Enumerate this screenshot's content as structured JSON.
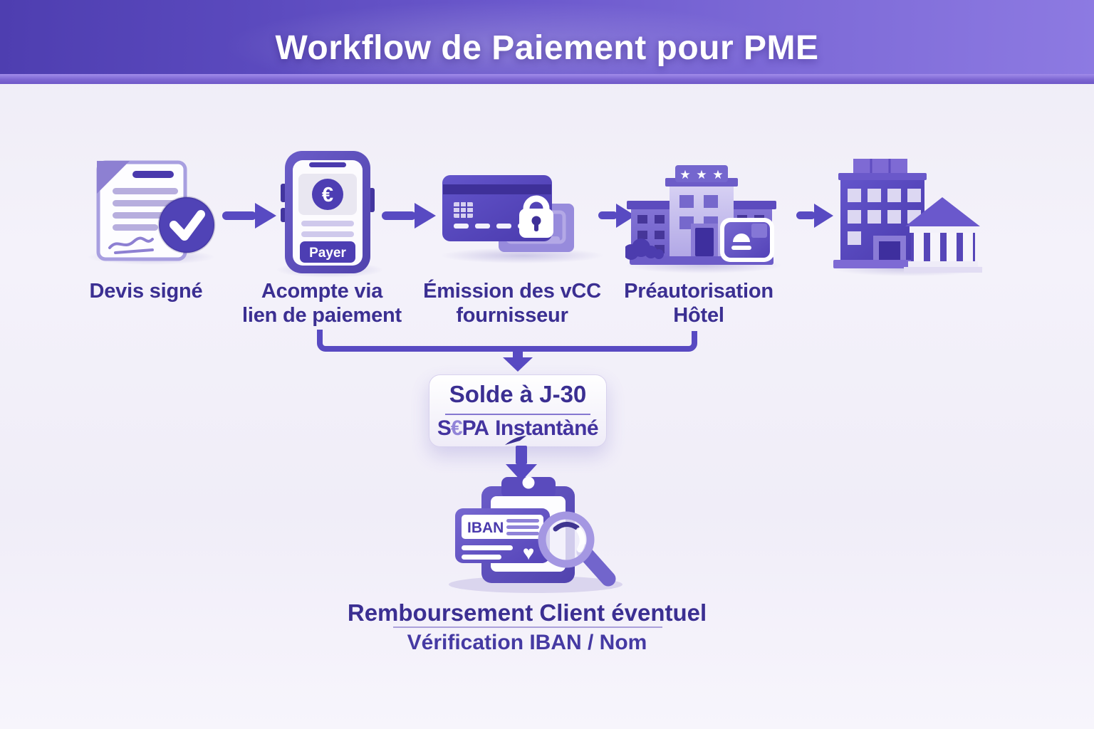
{
  "header": {
    "title": "Workflow de Paiement pour PME"
  },
  "steps": [
    {
      "id": "devis-signe",
      "label1": "Devis signé"
    },
    {
      "id": "acompte-lien-paiement",
      "label1": "Acompte via",
      "label2": "lien de paiement",
      "phone": {
        "currency": "€",
        "button": "Payer"
      }
    },
    {
      "id": "emission-vcc",
      "label1": "Émission des vCC",
      "label2": "fournisseur"
    },
    {
      "id": "preautorisation-hotel",
      "label1": "Préautorisation",
      "label2": "Hôtel"
    },
    {
      "id": "banque"
    }
  ],
  "balance_box": {
    "title": "Solde à J-30",
    "sepa_s": "S",
    "sepa_euro": "€",
    "sepa_pa": "PA",
    "sepa_rest": "Instantàné"
  },
  "iban_card": {
    "label": "IBAN"
  },
  "refund": {
    "title": "Remboursement Client éventuel",
    "subtitle": "Vérification IBAN / Nom"
  },
  "icons": {
    "star": "★",
    "heart": "♥"
  },
  "colors": {
    "banner_from": "#4e3eb0",
    "banner_to": "#8d7ae2",
    "accent": "#584ac2",
    "label_text": "#3b2f92",
    "background": "#f3f1f9"
  }
}
